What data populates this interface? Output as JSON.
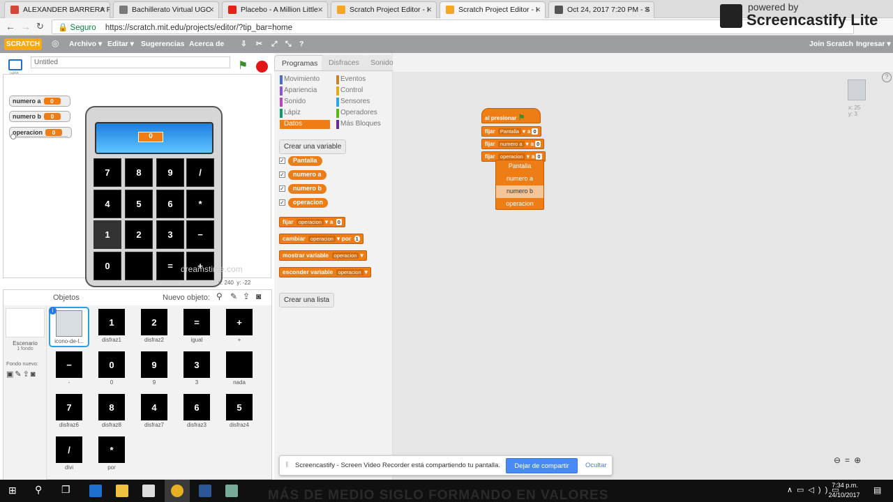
{
  "browser": {
    "tabs": [
      {
        "label": "ALEXANDER BARRERA P",
        "favicon_color": "#d44638"
      },
      {
        "label": "Bachillerato Virtual UGC",
        "favicon_color": "#7a7a7a"
      },
      {
        "label": "Placebo - A Million Little",
        "favicon_color": "#e62117"
      },
      {
        "label": "Scratch Project Editor - I",
        "favicon_color": "#f5a623"
      },
      {
        "label": "Scratch Project Editor - I",
        "favicon_color": "#f5a623"
      },
      {
        "label": "Oct 24, 2017 7:20 PM - S",
        "favicon_color": "#555555"
      }
    ],
    "secure_label": "Seguro",
    "url": "https://scratch.mit.edu/projects/editor/?tip_bar=home"
  },
  "watermark": {
    "line1": "powered by",
    "line2": "Screencastify Lite"
  },
  "scratch_menu": {
    "logo": "SCRATCH",
    "items": [
      "Archivo ▾",
      "Editar ▾",
      "Sugerencias",
      "Acerca de"
    ],
    "join": "Join Scratch",
    "signin": "Ingresar ▾"
  },
  "project": {
    "title_value": "Untitled",
    "version": "v466"
  },
  "stage": {
    "monitors": [
      {
        "name": "numero a",
        "value": "0"
      },
      {
        "name": "numero b",
        "value": "0"
      },
      {
        "name": "operacion",
        "value": "0"
      }
    ],
    "display_value": "0",
    "keys": [
      "7",
      "8",
      "9",
      "/",
      "4",
      "5",
      "6",
      "*",
      "1",
      "2",
      "3",
      "−",
      "0",
      "",
      "=",
      "+"
    ],
    "watermark": "dreamstime.com",
    "coords": "x: 240  y: -22"
  },
  "sprites_pane": {
    "title": "Objetos",
    "new_object_label": "Nuevo objeto:",
    "stage_label": "Escenario",
    "stage_sub": "1 fondo",
    "new_backdrop_label": "Fondo nuevo:",
    "sprites": [
      {
        "glyph": "",
        "label": "icono-de-l..."
      },
      {
        "glyph": "1",
        "label": "disfraz1"
      },
      {
        "glyph": "2",
        "label": "disfraz2"
      },
      {
        "glyph": "=",
        "label": "igual"
      },
      {
        "glyph": "+",
        "label": "+"
      },
      {
        "glyph": "−",
        "label": "-"
      },
      {
        "glyph": "0",
        "label": "0"
      },
      {
        "glyph": "9",
        "label": "9"
      },
      {
        "glyph": "3",
        "label": "3"
      },
      {
        "glyph": "",
        "label": "nada"
      },
      {
        "glyph": "7",
        "label": "disfraz6"
      },
      {
        "glyph": "8",
        "label": "disfraz8"
      },
      {
        "glyph": "4",
        "label": "disfraz7"
      },
      {
        "glyph": "6",
        "label": "disfraz3"
      },
      {
        "glyph": "5",
        "label": "disfraz4"
      },
      {
        "glyph": "/",
        "label": "divi"
      },
      {
        "glyph": "*",
        "label": "por"
      }
    ]
  },
  "palette": {
    "tabs": [
      "Programas",
      "Disfraces",
      "Sonidos"
    ],
    "categories_left": [
      {
        "label": "Movimiento",
        "color": "#4a6cd4"
      },
      {
        "label": "Apariencia",
        "color": "#8a55d7"
      },
      {
        "label": "Sonido",
        "color": "#bb42c3"
      },
      {
        "label": "Lápiz",
        "color": "#0e9a6c"
      },
      {
        "label": "Datos",
        "color": "#ee7d16"
      }
    ],
    "categories_right": [
      {
        "label": "Eventos",
        "color": "#c88330"
      },
      {
        "label": "Control",
        "color": "#e1a91a"
      },
      {
        "label": "Sensores",
        "color": "#2ca5e2"
      },
      {
        "label": "Operadores",
        "color": "#5cb712"
      },
      {
        "label": "Más Bloques",
        "color": "#632d99"
      }
    ],
    "create_variable": "Crear una variable",
    "variables": [
      "Pantalla",
      "numero a",
      "numero b",
      "operacion"
    ],
    "set_block": {
      "label": "fijar",
      "var": "operacion",
      "to": "a",
      "value": "0"
    },
    "change_block": {
      "label": "cambiar",
      "var": "operacion",
      "by": "por",
      "value": "1"
    },
    "show_block": {
      "label": "mostrar variable",
      "var": "operacion"
    },
    "hide_block": {
      "label": "esconder variable",
      "var": "operacion"
    },
    "create_list": "Crear una lista"
  },
  "scripts": {
    "hat": "al presionar",
    "set_label": "fijar",
    "to_label": "a",
    "rows": [
      {
        "var": "Pantalla",
        "value": "0"
      },
      {
        "var": "numero a",
        "value": "0"
      },
      {
        "var": "operacion",
        "value": "0"
      }
    ],
    "dropdown": [
      "Pantalla",
      "numero a",
      "numero b",
      "operacion"
    ],
    "dropdown_highlight": 2,
    "sprite_xy": "x: 25\ny: 3"
  },
  "share_bar": {
    "message": "Screencastify - Screen Video Recorder está compartiendo tu pantalla.",
    "stop": "Dejar de compartir",
    "hide": "Ocultar"
  },
  "taskbar": {
    "time": "7:34 p.m.",
    "date": "24/10/2017",
    "subtitle": "MÁS DE MEDIO SIGLO FORMANDO EN VALORES"
  }
}
